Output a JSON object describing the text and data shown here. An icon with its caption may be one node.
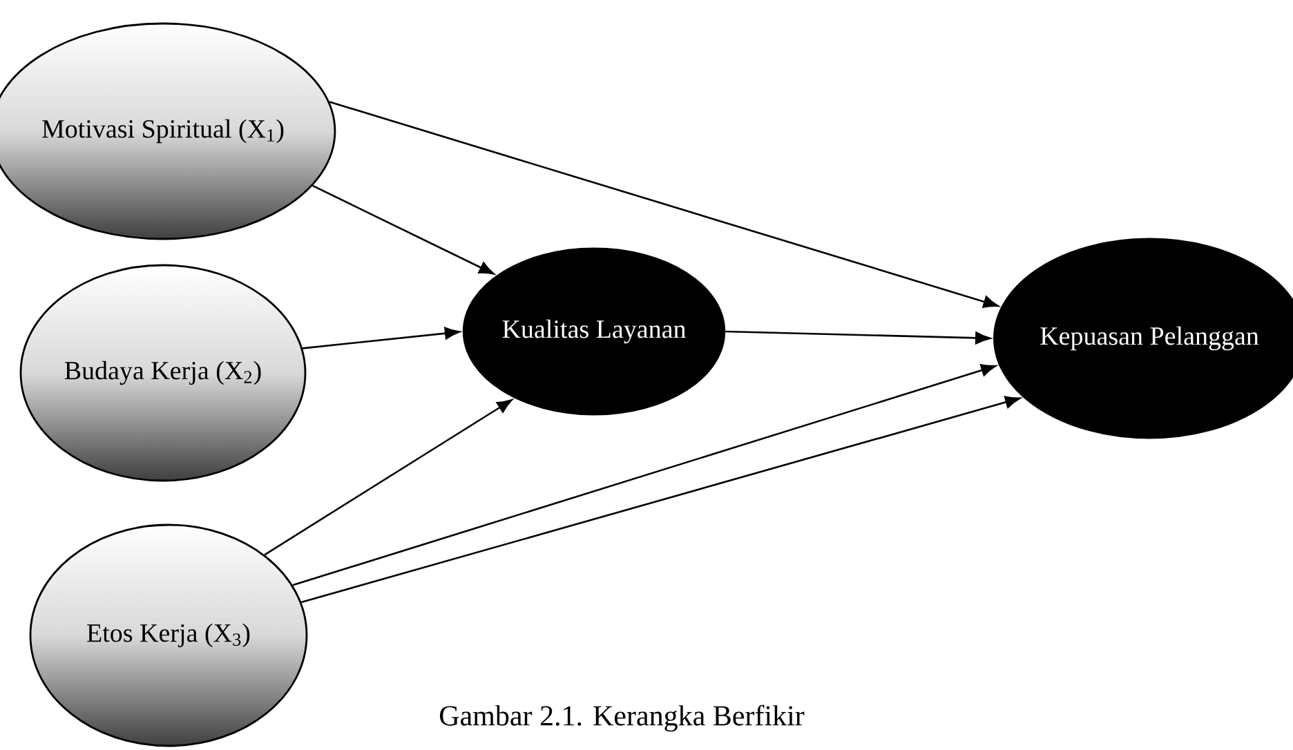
{
  "diagram": {
    "caption": "Gambar 2.1. Kerangka Berfikir",
    "nodes": [
      {
        "text": [
          "Motivasi Spiritual (X$_{1}$)"
        ]
      },
      {
        "text": [
          "Budaya Kerja (X$_{2}$)"
        ]
      },
      {
        "text": [
          "Etos Kerja (X$_{3}$)"
        ]
      },
      {
        "text": [
          "Kualitas Layanan"
        ]
      },
      {
        "text": [
          "Kepuasan Pelanggan"
        ]
      }
    ],
    "edges": [
      {
        "from": 0,
        "to": 3,
        "arrow": "to"
      },
      {
        "from": 0,
        "to": 4,
        "arrow": "to"
      },
      {
        "from": 1,
        "to": 3,
        "arrow": "to"
      },
      {
        "from": 3,
        "to": 4,
        "arrow": "to"
      },
      {
        "from": 2,
        "to": 3,
        "arrow": "to"
      },
      {
        "from": 2,
        "to": 4,
        "arrow": "to"
      },
      {
        "from": 2,
        "to": 4,
        "arrow": "to"
      }
    ]
  }
}
